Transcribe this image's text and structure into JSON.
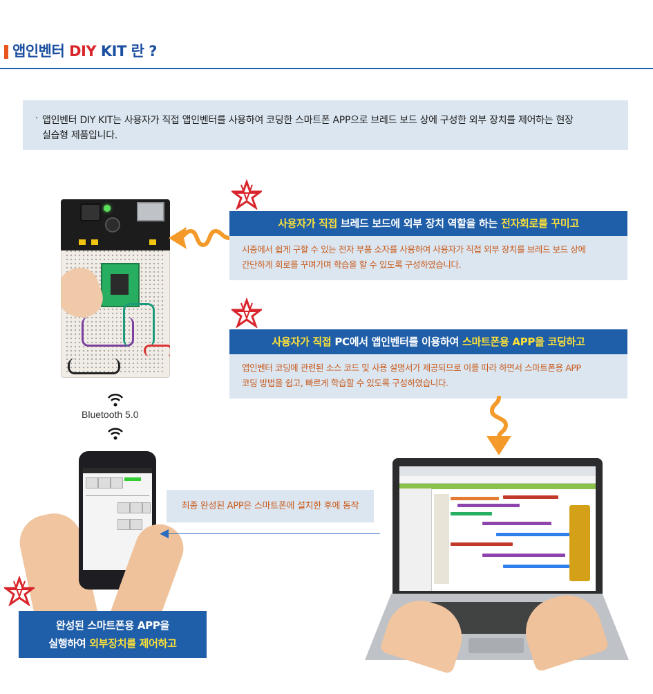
{
  "header": {
    "title_prefix": "앱인벤터 ",
    "title_diy": "DIY",
    "title_suffix": " KIT 란 ?"
  },
  "intro": {
    "bullet": "·",
    "text_line1": "앱인벤터 DIY KIT는 사용자가 직접 앱인벤터를 사용하여 코딩한 스마트폰 APP으로 브레드 보드 상에 구성한 외부 장치를 제어하는 현장",
    "text_line2": "실습형 제품입니다."
  },
  "section1": {
    "heading_hl1": "사용자가 직접",
    "heading_mid": " 브레드 보드에 외부 장치 역할을 하는 ",
    "heading_hl2": "전자회로를 꾸미고",
    "desc_line1": "시중에서 쉽게 구할 수 있는 전자 부품 소자를 사용하여 사용자가 직접 외부 장치를 브레드 보드 상에",
    "desc_line2": "간단하게 회로를 꾸며가며 학습을 할 수 있도록 구성하였습니다."
  },
  "section2": {
    "heading_hl1": "사용자가 직접",
    "heading_mid": " PC에서 앱인벤터를 이용하여 ",
    "heading_hl2": "스마트폰용 APP을 코딩하고",
    "desc_line1": "앱인벤터 코딩에 관련된 소스 코드 및 사용 설명서가 제공되므로 이를 따라 하면서 스마트폰용 APP",
    "desc_line2": "코딩 방법을 쉽고, 빠르게 학습할 수 있도록 구성하였습니다."
  },
  "bluetooth": {
    "label": "Bluetooth 5.0",
    "icon": "wifi-signal-icon"
  },
  "note": {
    "text": "최종 완성된 APP은 스마트폰에 설치한 후에 동작"
  },
  "final": {
    "line1": "완성된 스마트폰용 APP을",
    "line2_prefix": "실행하여 ",
    "line2_hl": "외부장치를 제어하고"
  },
  "colors": {
    "accent_blue": "#1f5ea8",
    "highlight_yellow": "#fbe03a",
    "desc_orange": "#c95a1a",
    "box_bg": "#dbe6f1",
    "star_red": "#d8242a",
    "arrow_orange": "#f39a2b"
  }
}
